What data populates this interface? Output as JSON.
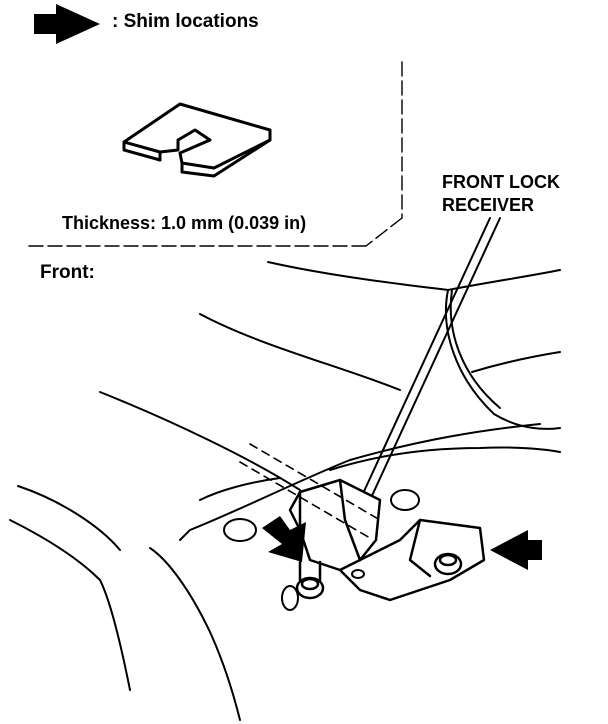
{
  "legend": {
    "text": ": Shim locations",
    "icon": "solid-arrow-icon"
  },
  "shim": {
    "thickness_label": "Thickness: 1.0 mm (0.039 in)"
  },
  "view": {
    "label": "Front:"
  },
  "callout": {
    "line1": "FRONT LOCK",
    "line2": "RECEIVER"
  },
  "colors": {
    "ink": "#000000",
    "background": "#ffffff"
  }
}
